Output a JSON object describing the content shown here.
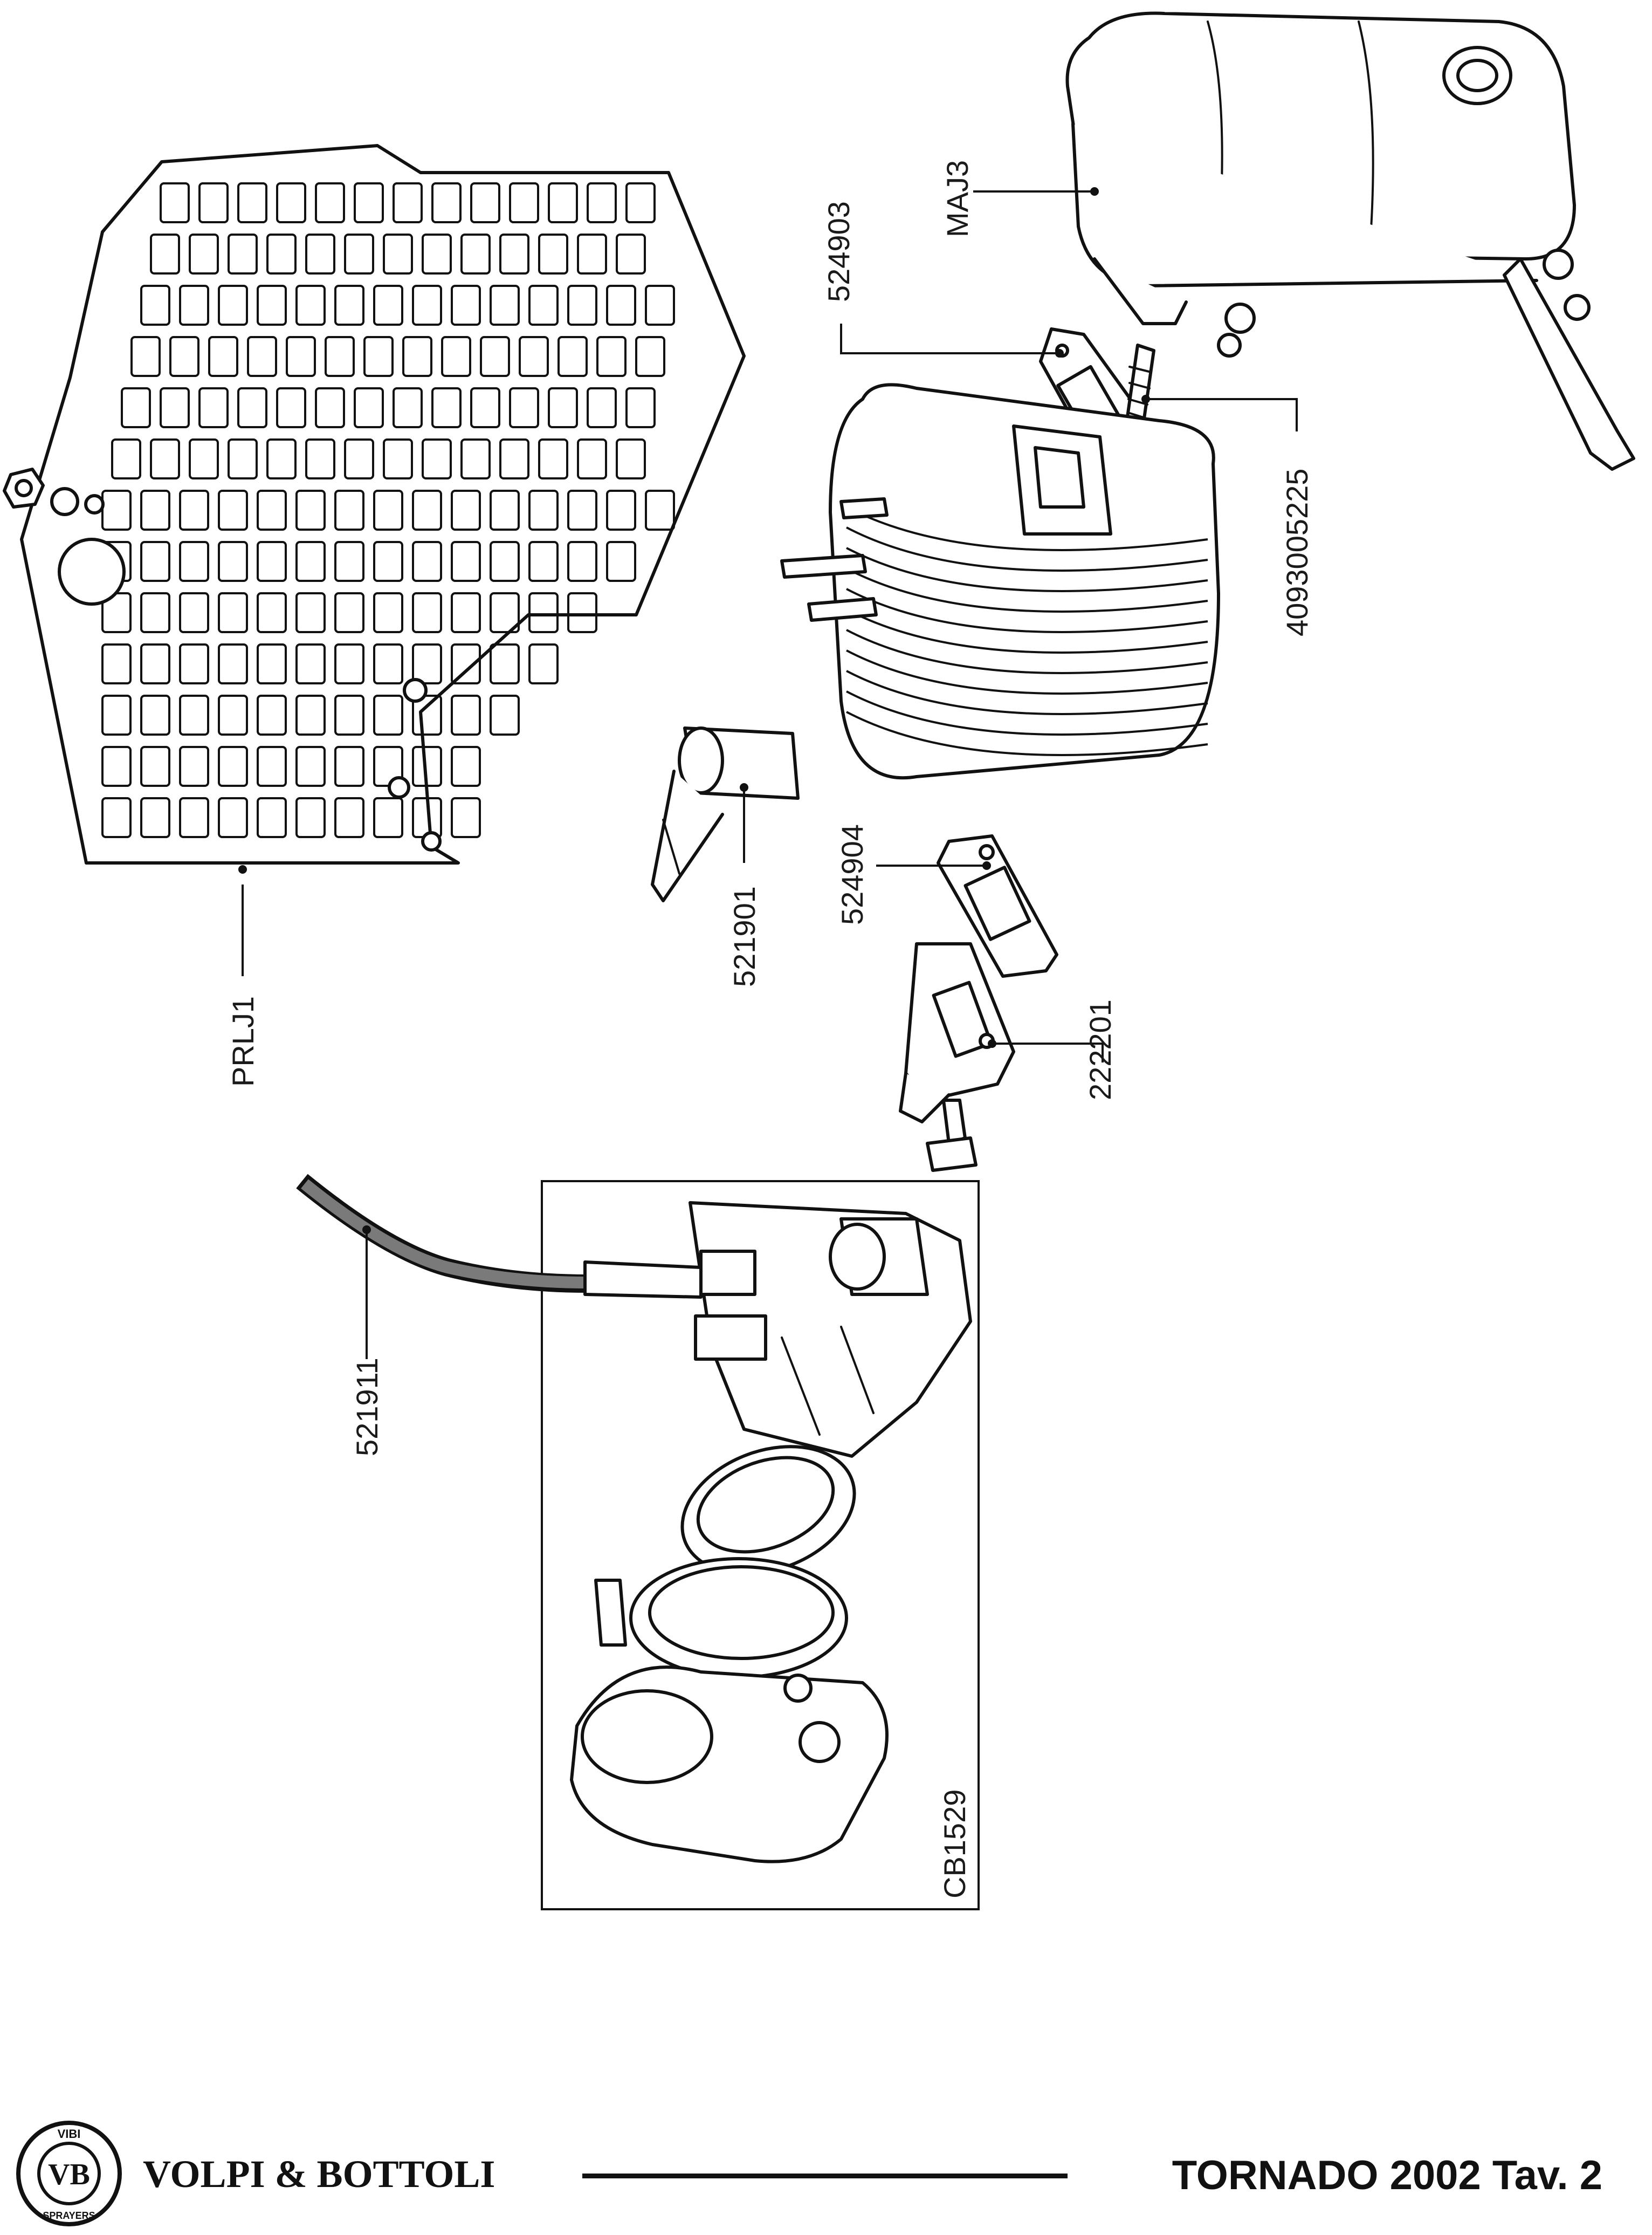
{
  "parts": [
    {
      "code": "MAJ3"
    },
    {
      "code": "524903"
    },
    {
      "code": "4093005225"
    },
    {
      "code": "PRLJ1"
    },
    {
      "code": "521901"
    },
    {
      "code": "524904"
    },
    {
      "code": "222201"
    },
    {
      "code": "521911"
    },
    {
      "code": "CB1529"
    }
  ],
  "footer": {
    "brand": "VOLPI & BOTTOLI",
    "model": "TORNADO 2002 Tav. 2"
  },
  "logo": {
    "monogram": "VB",
    "ring_top": "VIBI",
    "ring_bottom": "SPRAYERS"
  }
}
